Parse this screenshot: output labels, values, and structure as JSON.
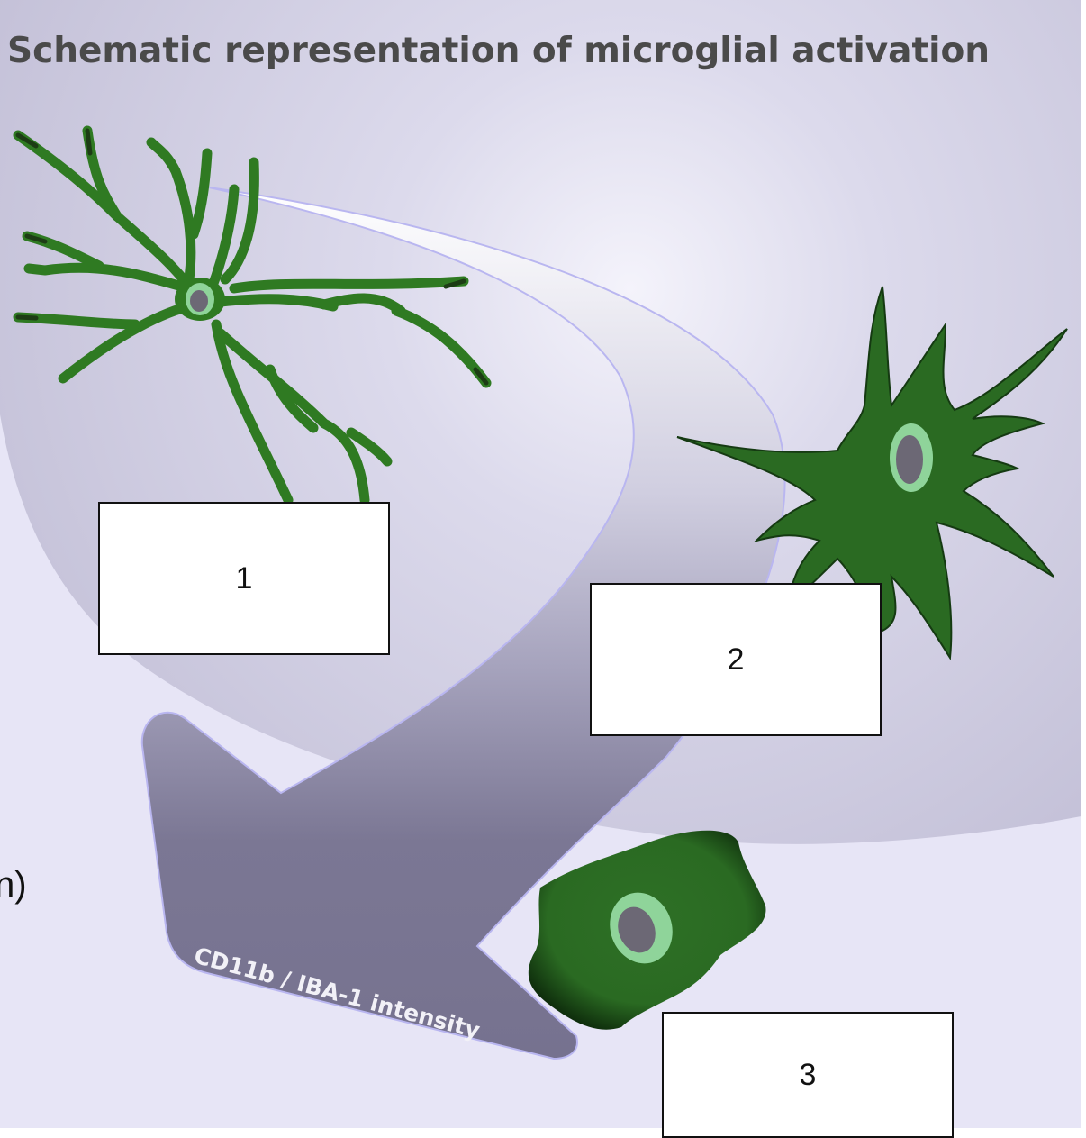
{
  "title": "Schematic representation of microglial activation",
  "arrow_label": "CD11b / IBA-1 intensity",
  "stray_text": "n)",
  "label_boxes": [
    {
      "id": "1",
      "text": "1"
    },
    {
      "id": "2",
      "text": "2"
    },
    {
      "id": "3",
      "text": "3"
    }
  ],
  "colors": {
    "background": "#e6e4f6",
    "band": "#c7c4da",
    "arrow": "#777390",
    "cell_green": "#2a6a22",
    "nucleus_ring": "#8fd49a",
    "nucleus": "#6c6875"
  },
  "icons": [
    "ramified-microglia-icon",
    "hypertrophic-microglia-icon",
    "amoeboid-microglia-icon"
  ]
}
